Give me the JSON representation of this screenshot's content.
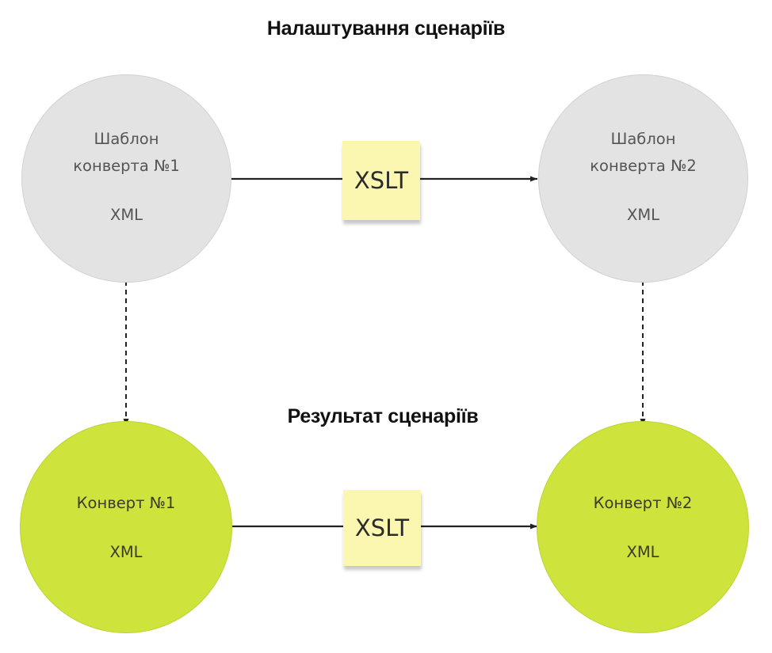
{
  "headings": {
    "top": "Налаштування сценаріїв",
    "middle": "Результат сценаріїв"
  },
  "nodes": {
    "template_1": {
      "line1": "Шаблон",
      "line2": "конверта №1",
      "line3": "XML"
    },
    "template_2": {
      "line1": "Шаблон",
      "line2": "конверта №2",
      "line3": "XML"
    },
    "envelope_1": {
      "line1": "Конверт №1",
      "line2": "XML"
    },
    "envelope_2": {
      "line1": "Конверт №2",
      "line2": "XML"
    }
  },
  "transforms": {
    "top": "XSLT",
    "bottom": "XSLT"
  },
  "colors": {
    "template_fill": "#e3e3e3",
    "envelope_fill": "#cfe33d",
    "sticky_note": "#fbf6b0",
    "line": "#222222"
  }
}
